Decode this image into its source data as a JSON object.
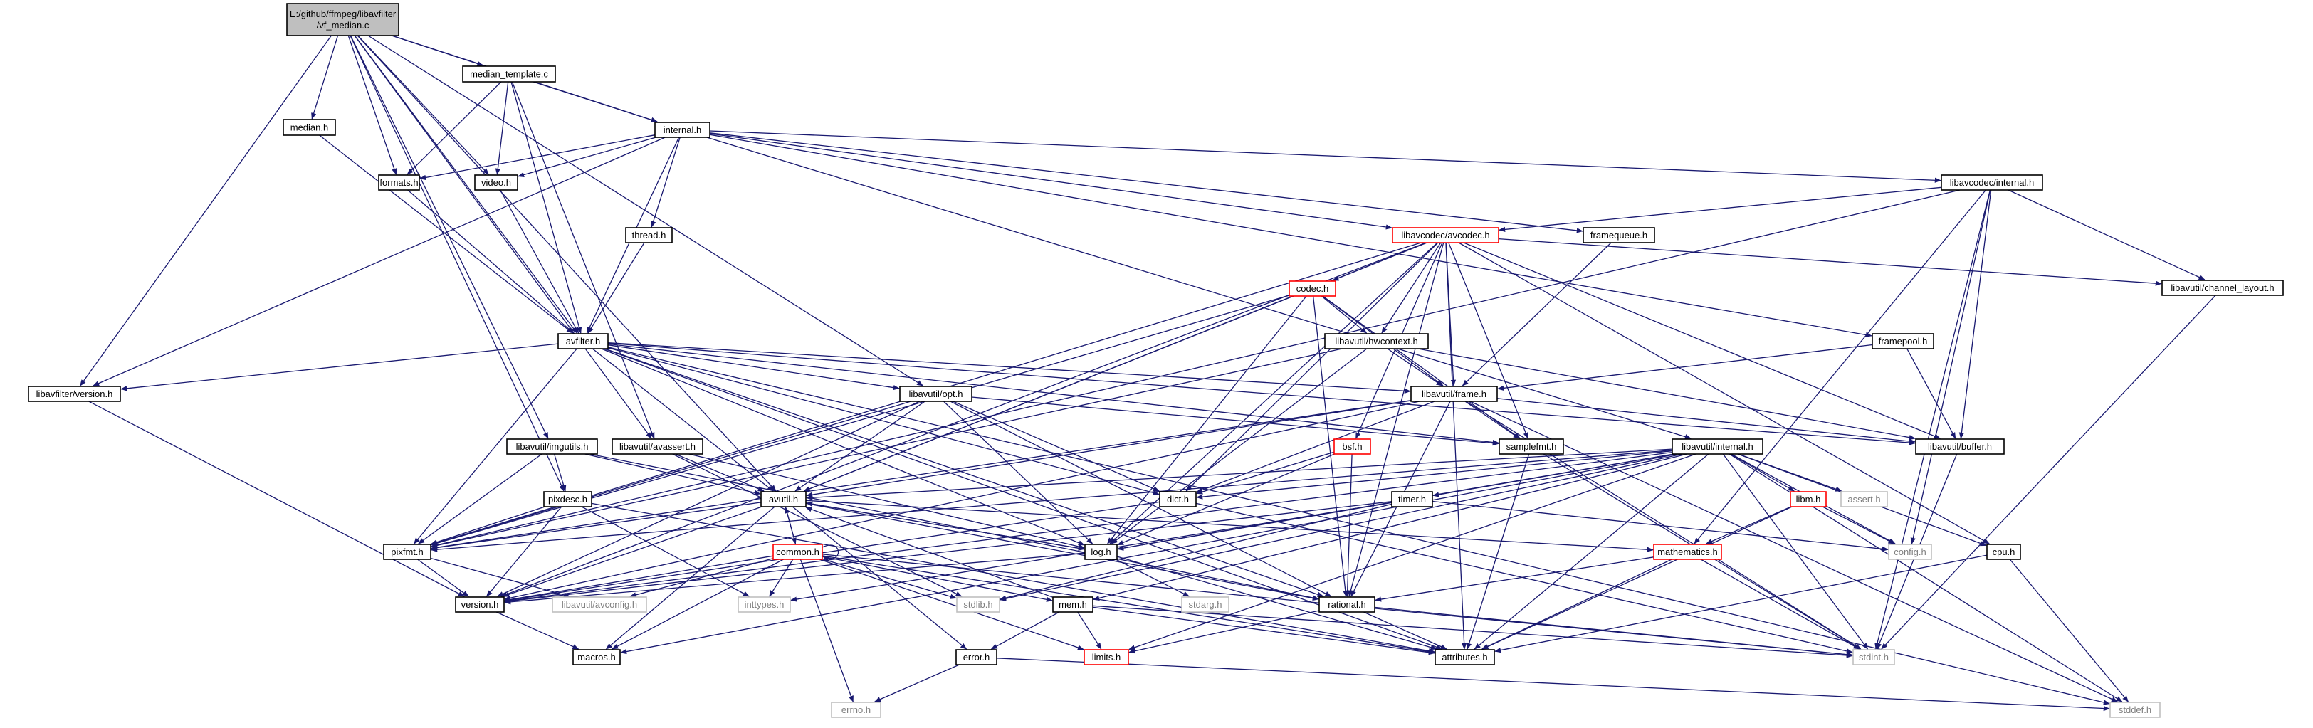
{
  "colors": {
    "edge": "#191970",
    "root_fill": "#bfbfbf",
    "truncated_border": "#ff0000",
    "system_border": "#bfbfbf",
    "system_text": "#7f7f7f"
  },
  "nodes": [
    {
      "id": "root",
      "lines": [
        "E:/github/ffmpeg/libavfilter",
        "/vf_median.c"
      ],
      "kind": "root"
    },
    {
      "id": "median_template",
      "lines": [
        "median_template.c"
      ],
      "kind": "normal"
    },
    {
      "id": "median_h",
      "lines": [
        "median.h"
      ],
      "kind": "normal"
    },
    {
      "id": "internal_h",
      "lines": [
        "internal.h"
      ],
      "kind": "normal"
    },
    {
      "id": "formats_h",
      "lines": [
        "formats.h"
      ],
      "kind": "normal"
    },
    {
      "id": "video_h",
      "lines": [
        "video.h"
      ],
      "kind": "normal"
    },
    {
      "id": "thread_h",
      "lines": [
        "thread.h"
      ],
      "kind": "normal"
    },
    {
      "id": "avfilter_h",
      "lines": [
        "avfilter.h"
      ],
      "kind": "normal"
    },
    {
      "id": "lavc_internal",
      "lines": [
        "libavcodec/internal.h"
      ],
      "kind": "normal"
    },
    {
      "id": "lavc_avcodec",
      "lines": [
        "libavcodec/avcodec.h"
      ],
      "kind": "truncated"
    },
    {
      "id": "framequeue_h",
      "lines": [
        "framequeue.h"
      ],
      "kind": "normal"
    },
    {
      "id": "channel_layout",
      "lines": [
        "libavutil/channel_layout.h"
      ],
      "kind": "normal"
    },
    {
      "id": "codec_h",
      "lines": [
        "codec.h"
      ],
      "kind": "truncated"
    },
    {
      "id": "hwcontext",
      "lines": [
        "libavutil/hwcontext.h"
      ],
      "kind": "normal"
    },
    {
      "id": "framepool_h",
      "lines": [
        "framepool.h"
      ],
      "kind": "normal"
    },
    {
      "id": "lavfi_version",
      "lines": [
        "libavfilter/version.h"
      ],
      "kind": "normal"
    },
    {
      "id": "opt_h",
      "lines": [
        "libavutil/opt.h"
      ],
      "kind": "normal"
    },
    {
      "id": "frame_h",
      "lines": [
        "libavutil/frame.h"
      ],
      "kind": "normal"
    },
    {
      "id": "buffer_h",
      "lines": [
        "libavutil/buffer.h"
      ],
      "kind": "normal"
    },
    {
      "id": "imgutils",
      "lines": [
        "libavutil/imgutils.h"
      ],
      "kind": "normal"
    },
    {
      "id": "avassert",
      "lines": [
        "libavutil/avassert.h"
      ],
      "kind": "normal"
    },
    {
      "id": "bsf_h",
      "lines": [
        "bsf.h"
      ],
      "kind": "truncated"
    },
    {
      "id": "samplefmt",
      "lines": [
        "samplefmt.h"
      ],
      "kind": "normal"
    },
    {
      "id": "lavu_internal",
      "lines": [
        "libavutil/internal.h"
      ],
      "kind": "normal"
    },
    {
      "id": "pixdesc",
      "lines": [
        "pixdesc.h"
      ],
      "kind": "normal"
    },
    {
      "id": "avutil_h",
      "lines": [
        "avutil.h"
      ],
      "kind": "normal"
    },
    {
      "id": "dict_h",
      "lines": [
        "dict.h"
      ],
      "kind": "normal"
    },
    {
      "id": "timer_h",
      "lines": [
        "timer.h"
      ],
      "kind": "normal"
    },
    {
      "id": "libm_h",
      "lines": [
        "libm.h"
      ],
      "kind": "truncated"
    },
    {
      "id": "assert_h",
      "lines": [
        "assert.h"
      ],
      "kind": "system"
    },
    {
      "id": "pixfmt",
      "lines": [
        "pixfmt.h"
      ],
      "kind": "normal"
    },
    {
      "id": "common_h",
      "lines": [
        "common.h"
      ],
      "kind": "truncated"
    },
    {
      "id": "log_h",
      "lines": [
        "log.h"
      ],
      "kind": "normal"
    },
    {
      "id": "mathematics",
      "lines": [
        "mathematics.h"
      ],
      "kind": "truncated"
    },
    {
      "id": "config_h",
      "lines": [
        "config.h"
      ],
      "kind": "system"
    },
    {
      "id": "cpu_h",
      "lines": [
        "cpu.h"
      ],
      "kind": "normal"
    },
    {
      "id": "version_h",
      "lines": [
        "version.h"
      ],
      "kind": "normal"
    },
    {
      "id": "avconfig",
      "lines": [
        "libavutil/avconfig.h"
      ],
      "kind": "system"
    },
    {
      "id": "inttypes",
      "lines": [
        "inttypes.h"
      ],
      "kind": "system"
    },
    {
      "id": "stdlib_h",
      "lines": [
        "stdlib.h"
      ],
      "kind": "system"
    },
    {
      "id": "mem_h",
      "lines": [
        "mem.h"
      ],
      "kind": "normal"
    },
    {
      "id": "stdarg_h",
      "lines": [
        "stdarg.h"
      ],
      "kind": "system"
    },
    {
      "id": "rational",
      "lines": [
        "rational.h"
      ],
      "kind": "normal"
    },
    {
      "id": "macros_h",
      "lines": [
        "macros.h"
      ],
      "kind": "normal"
    },
    {
      "id": "error_h",
      "lines": [
        "error.h"
      ],
      "kind": "normal"
    },
    {
      "id": "limits_h",
      "lines": [
        "limits.h"
      ],
      "kind": "truncated"
    },
    {
      "id": "attributes",
      "lines": [
        "attributes.h"
      ],
      "kind": "normal"
    },
    {
      "id": "stdint_h",
      "lines": [
        "stdint.h"
      ],
      "kind": "system"
    },
    {
      "id": "errno_h",
      "lines": [
        "errno.h"
      ],
      "kind": "system"
    },
    {
      "id": "stddef_h",
      "lines": [
        "stddef.h"
      ],
      "kind": "system"
    }
  ],
  "edges": [
    [
      "root",
      "median_template"
    ],
    [
      "root",
      "median_h"
    ],
    [
      "root",
      "internal_h"
    ],
    [
      "root",
      "formats_h"
    ],
    [
      "root",
      "video_h"
    ],
    [
      "root",
      "avfilter_h"
    ],
    [
      "root",
      "lavfi_version"
    ],
    [
      "root",
      "opt_h"
    ],
    [
      "root",
      "imgutils"
    ],
    [
      "root",
      "avassert"
    ],
    [
      "root",
      "pixdesc"
    ],
    [
      "root",
      "avutil_h"
    ],
    [
      "median_template",
      "internal_h"
    ],
    [
      "median_template",
      "formats_h"
    ],
    [
      "median_template",
      "video_h"
    ],
    [
      "median_template",
      "avfilter_h"
    ],
    [
      "median_template",
      "avassert"
    ],
    [
      "median_h",
      "avfilter_h"
    ],
    [
      "internal_h",
      "formats_h"
    ],
    [
      "internal_h",
      "video_h"
    ],
    [
      "internal_h",
      "thread_h"
    ],
    [
      "internal_h",
      "avfilter_h"
    ],
    [
      "internal_h",
      "lavc_internal"
    ],
    [
      "internal_h",
      "lavc_avcodec"
    ],
    [
      "internal_h",
      "framequeue_h"
    ],
    [
      "internal_h",
      "framepool_h"
    ],
    [
      "internal_h",
      "lavu_internal"
    ],
    [
      "internal_h",
      "lavfi_version"
    ],
    [
      "formats_h",
      "avfilter_h"
    ],
    [
      "video_h",
      "avfilter_h"
    ],
    [
      "thread_h",
      "avfilter_h"
    ],
    [
      "avfilter_h",
      "lavfi_version"
    ],
    [
      "avfilter_h",
      "opt_h"
    ],
    [
      "avfilter_h",
      "frame_h"
    ],
    [
      "avfilter_h",
      "buffer_h"
    ],
    [
      "avfilter_h",
      "samplefmt"
    ],
    [
      "avfilter_h",
      "avutil_h"
    ],
    [
      "avfilter_h",
      "dict_h"
    ],
    [
      "avfilter_h",
      "log_h"
    ],
    [
      "avfilter_h",
      "pixfmt"
    ],
    [
      "avfilter_h",
      "rational"
    ],
    [
      "avfilter_h",
      "attributes"
    ],
    [
      "avfilter_h",
      "stddef_h"
    ],
    [
      "lavc_internal",
      "lavc_avcodec"
    ],
    [
      "lavc_internal",
      "channel_layout"
    ],
    [
      "lavc_internal",
      "buffer_h"
    ],
    [
      "lavc_internal",
      "pixfmt"
    ],
    [
      "lavc_internal",
      "mathematics"
    ],
    [
      "lavc_internal",
      "config_h"
    ],
    [
      "lavc_internal",
      "stdint_h"
    ],
    [
      "lavc_avcodec",
      "codec_h"
    ],
    [
      "lavc_avcodec",
      "hwcontext"
    ],
    [
      "lavc_avcodec",
      "channel_layout"
    ],
    [
      "lavc_avcodec",
      "frame_h"
    ],
    [
      "lavc_avcodec",
      "buffer_h"
    ],
    [
      "lavc_avcodec",
      "bsf_h"
    ],
    [
      "lavc_avcodec",
      "samplefmt"
    ],
    [
      "lavc_avcodec",
      "avutil_h"
    ],
    [
      "lavc_avcodec",
      "dict_h"
    ],
    [
      "lavc_avcodec",
      "log_h"
    ],
    [
      "lavc_avcodec",
      "pixfmt"
    ],
    [
      "lavc_avcodec",
      "rational"
    ],
    [
      "lavc_avcodec",
      "cpu_h"
    ],
    [
      "lavc_avcodec",
      "attributes"
    ],
    [
      "lavc_avcodec",
      "version_h"
    ],
    [
      "framequeue_h",
      "frame_h"
    ],
    [
      "framepool_h",
      "frame_h"
    ],
    [
      "framepool_h",
      "buffer_h"
    ],
    [
      "channel_layout",
      "stdint_h"
    ],
    [
      "codec_h",
      "hwcontext"
    ],
    [
      "codec_h",
      "avutil_h"
    ],
    [
      "codec_h",
      "log_h"
    ],
    [
      "codec_h",
      "pixfmt"
    ],
    [
      "codec_h",
      "rational"
    ],
    [
      "codec_h",
      "samplefmt"
    ],
    [
      "codec_h",
      "frame_h"
    ],
    [
      "hwcontext",
      "frame_h"
    ],
    [
      "hwcontext",
      "buffer_h"
    ],
    [
      "hwcontext",
      "pixfmt"
    ],
    [
      "hwcontext",
      "log_h"
    ],
    [
      "lavfi_version",
      "version_h"
    ],
    [
      "opt_h",
      "avutil_h"
    ],
    [
      "opt_h",
      "dict_h"
    ],
    [
      "opt_h",
      "log_h"
    ],
    [
      "opt_h",
      "pixfmt"
    ],
    [
      "opt_h",
      "rational"
    ],
    [
      "opt_h",
      "samplefmt"
    ],
    [
      "opt_h",
      "version_h"
    ],
    [
      "frame_h",
      "avutil_h"
    ],
    [
      "frame_h",
      "buffer_h"
    ],
    [
      "frame_h",
      "dict_h"
    ],
    [
      "frame_h",
      "rational"
    ],
    [
      "frame_h",
      "samplefmt"
    ],
    [
      "frame_h",
      "pixfmt"
    ],
    [
      "frame_h",
      "version_h"
    ],
    [
      "frame_h",
      "stdint_h"
    ],
    [
      "frame_h",
      "stddef_h"
    ],
    [
      "buffer_h",
      "stdint_h"
    ],
    [
      "imgutils",
      "avutil_h"
    ],
    [
      "imgutils",
      "pixdesc"
    ],
    [
      "imgutils",
      "pixfmt"
    ],
    [
      "imgutils",
      "rational"
    ],
    [
      "avassert",
      "avutil_h"
    ],
    [
      "avassert",
      "log_h"
    ],
    [
      "avassert",
      "stdlib_h"
    ],
    [
      "bsf_h",
      "dict_h"
    ],
    [
      "bsf_h",
      "log_h"
    ],
    [
      "bsf_h",
      "rational"
    ],
    [
      "samplefmt",
      "attributes"
    ],
    [
      "samplefmt",
      "stdint_h"
    ],
    [
      "lavu_internal",
      "avutil_h"
    ],
    [
      "lavu_internal",
      "dict_h"
    ],
    [
      "lavu_internal",
      "timer_h"
    ],
    [
      "lavu_internal",
      "libm_h"
    ],
    [
      "lavu_internal",
      "assert_h"
    ],
    [
      "lavu_internal",
      "config_h"
    ],
    [
      "lavu_internal",
      "cpu_h"
    ],
    [
      "lavu_internal",
      "pixfmt"
    ],
    [
      "lavu_internal",
      "log_h"
    ],
    [
      "lavu_internal",
      "mem_h"
    ],
    [
      "lavu_internal",
      "attributes"
    ],
    [
      "lavu_internal",
      "macros_h"
    ],
    [
      "lavu_internal",
      "limits_h"
    ],
    [
      "lavu_internal",
      "stdint_h"
    ],
    [
      "lavu_internal",
      "stddef_h"
    ],
    [
      "lavu_internal",
      "version_h"
    ],
    [
      "lavu_internal",
      "stdlib_h"
    ],
    [
      "pixdesc",
      "pixfmt"
    ],
    [
      "pixdesc",
      "version_h"
    ],
    [
      "pixdesc",
      "attributes"
    ],
    [
      "pixdesc",
      "inttypes"
    ],
    [
      "avutil_h",
      "common_h"
    ],
    [
      "avutil_h",
      "error_h"
    ],
    [
      "avutil_h",
      "version_h"
    ],
    [
      "avutil_h",
      "macros_h"
    ],
    [
      "avutil_h",
      "mathematics"
    ],
    [
      "avutil_h",
      "rational"
    ],
    [
      "avutil_h",
      "log_h"
    ],
    [
      "avutil_h",
      "pixfmt"
    ],
    [
      "dict_h",
      "stdint_h"
    ],
    [
      "dict_h",
      "version_h"
    ],
    [
      "timer_h",
      "config_h"
    ],
    [
      "timer_h",
      "log_h"
    ],
    [
      "timer_h",
      "stdlib_h"
    ],
    [
      "timer_h",
      "inttypes"
    ],
    [
      "timer_h",
      "version_h"
    ],
    [
      "libm_h",
      "mathematics"
    ],
    [
      "libm_h",
      "config_h"
    ],
    [
      "libm_h",
      "attributes"
    ],
    [
      "pixfmt",
      "version_h"
    ],
    [
      "pixfmt",
      "avconfig"
    ],
    [
      "common_h",
      "avutil_h"
    ],
    [
      "common_h",
      "common_h"
    ],
    [
      "common_h",
      "attributes"
    ],
    [
      "common_h",
      "macros_h"
    ],
    [
      "common_h",
      "version_h"
    ],
    [
      "common_h",
      "avconfig"
    ],
    [
      "common_h",
      "inttypes"
    ],
    [
      "common_h",
      "stdlib_h"
    ],
    [
      "common_h",
      "mem_h"
    ],
    [
      "common_h",
      "errno_h"
    ],
    [
      "common_h",
      "limits_h"
    ],
    [
      "common_h",
      "stdint_h"
    ],
    [
      "log_h",
      "avutil_h"
    ],
    [
      "log_h",
      "attributes"
    ],
    [
      "log_h",
      "version_h"
    ],
    [
      "log_h",
      "stdarg_h"
    ],
    [
      "mathematics",
      "rational"
    ],
    [
      "mathematics",
      "attributes"
    ],
    [
      "mathematics",
      "stdint_h"
    ],
    [
      "cpu_h",
      "attributes"
    ],
    [
      "cpu_h",
      "stddef_h"
    ],
    [
      "version_h",
      "macros_h"
    ],
    [
      "mem_h",
      "error_h"
    ],
    [
      "mem_h",
      "avutil_h"
    ],
    [
      "mem_h",
      "limits_h"
    ],
    [
      "mem_h",
      "attributes"
    ],
    [
      "mem_h",
      "stdint_h"
    ],
    [
      "rational",
      "attributes"
    ],
    [
      "rational",
      "limits_h"
    ],
    [
      "rational",
      "stdint_h"
    ],
    [
      "error_h",
      "errno_h"
    ],
    [
      "error_h",
      "stddef_h"
    ]
  ]
}
